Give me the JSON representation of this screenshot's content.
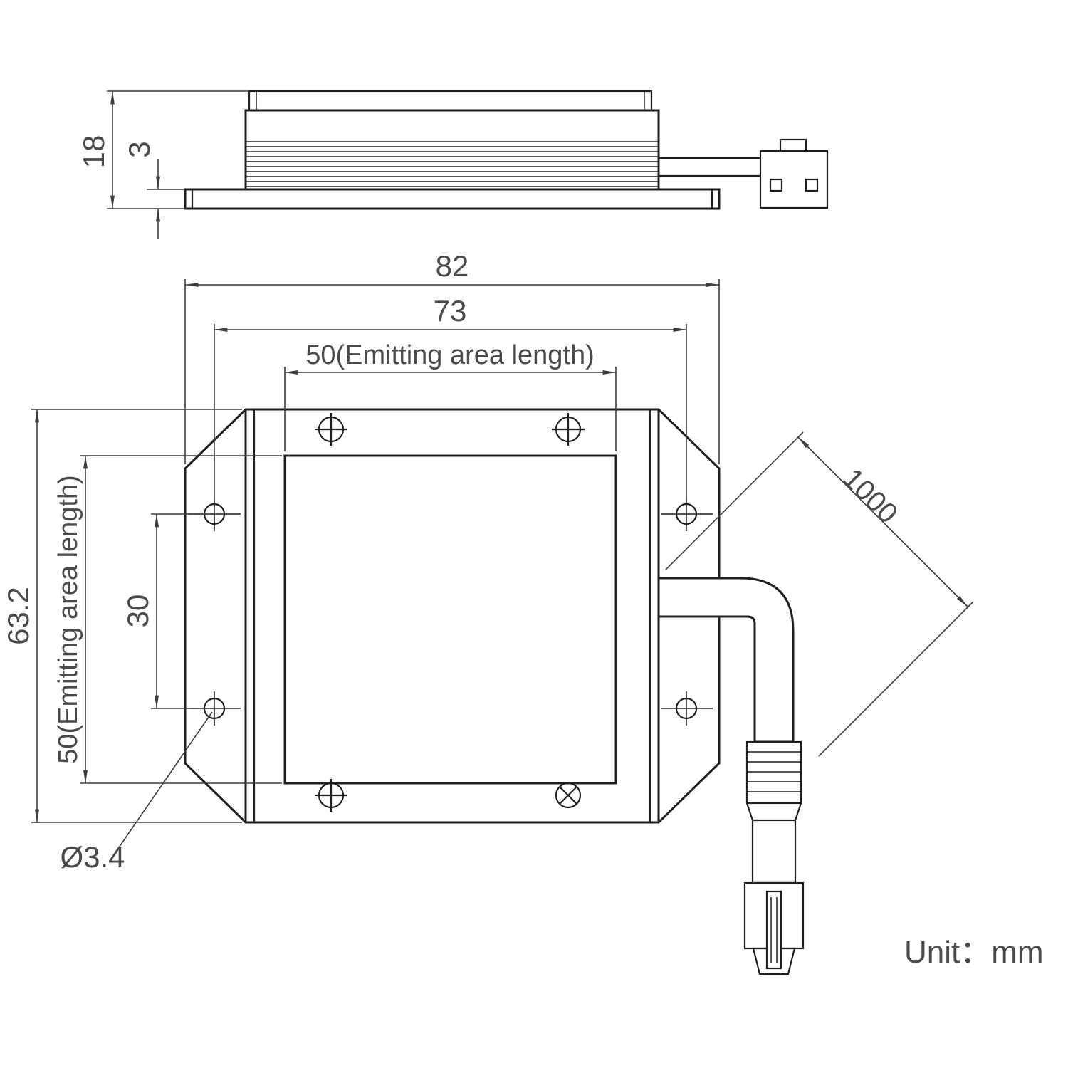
{
  "drawing": {
    "unit_label": "Unit：mm",
    "side_view": {
      "dim_height": "18",
      "dim_base_thickness": "3"
    },
    "front_view": {
      "dim_overall_width": "82",
      "dim_mount_hole_spacing_h": "73",
      "dim_emitting_length_h": "50(Emitting area length)",
      "dim_overall_height": "63.2",
      "dim_emitting_length_v": "50(Emitting area length)",
      "dim_mount_hole_spacing_v": "30",
      "dim_mount_hole_diameter": "Ø3.4",
      "dim_cable_length": "1000"
    }
  }
}
